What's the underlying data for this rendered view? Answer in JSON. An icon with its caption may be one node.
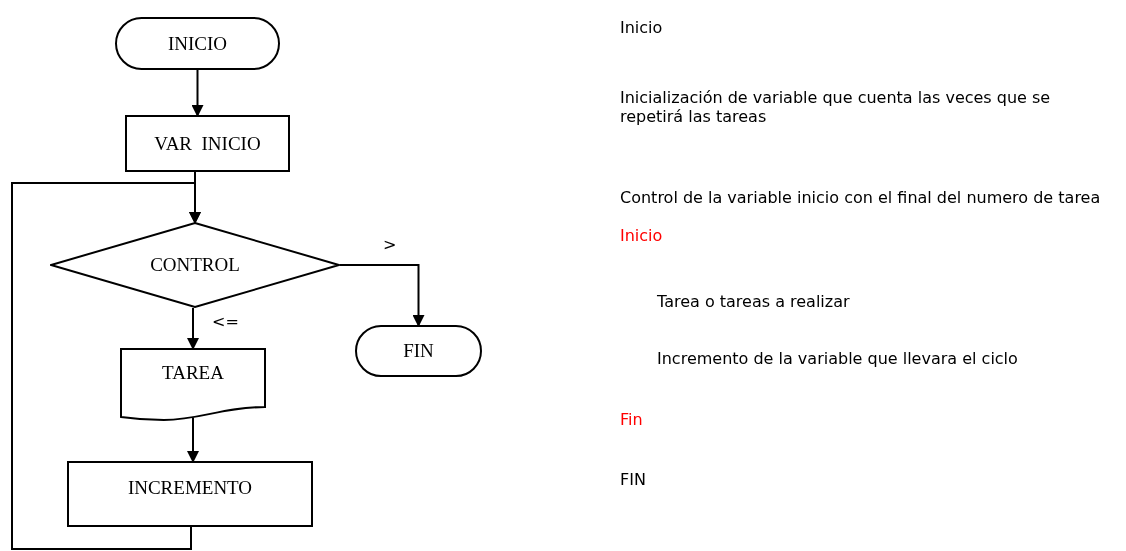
{
  "diagram": {
    "nodes": [
      {
        "text": [
          "INICIO"
        ]
      },
      {
        "text": [
          "VAR  INICIO"
        ]
      },
      {
        "text": [
          "CONTROL"
        ]
      },
      {
        "text": [
          "FIN"
        ]
      },
      {
        "text": [
          "TAREA"
        ]
      },
      {
        "text": [
          "INCREMENTO"
        ]
      }
    ],
    "edges": [
      {
        "from": 0,
        "to": 1,
        "arrow": "to"
      },
      {
        "from": 1,
        "to": 2,
        "arrow": "to"
      },
      {
        "from": 2,
        "to": 3,
        "arrow": "to",
        "label": ">"
      },
      {
        "from": 2,
        "to": 4,
        "arrow": "to",
        "label": "<="
      },
      {
        "from": 4,
        "to": 5,
        "arrow": "to"
      },
      {
        "from": 5,
        "to": 2,
        "arrow": "to"
      }
    ],
    "labels": [
      "Inicio",
      "Inicialización de variable que cuenta las veces que se repetirá las tareas",
      "Control de la variable inicio con el final del numero de tarea",
      "Inicio",
      "Tarea o tareas a realizar",
      "Incremento de la variable que llevara el ciclo",
      "Fin",
      "FIN"
    ]
  }
}
